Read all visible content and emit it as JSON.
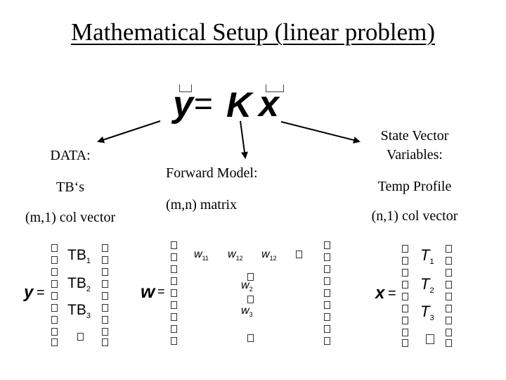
{
  "slide": {
    "title": "Mathematical Setup (linear problem)"
  },
  "main_equation": {
    "lhs": "y",
    "equals": "=",
    "operator": "K",
    "rhs": "x"
  },
  "left_column": {
    "heading": "DATA:",
    "name": "TB‘s",
    "shape": "(m,1) col vector"
  },
  "middle_column": {
    "heading": "Forward Model:",
    "shape": "(m,n) matrix"
  },
  "right_column": {
    "heading_line1": "State Vector",
    "heading_line2": "Variables:",
    "name": "Temp Profile",
    "shape": "(n,1) col vector"
  },
  "y_vector": {
    "symbol": "y",
    "equals": "=",
    "entries": [
      {
        "base": "TB",
        "sub": "1"
      },
      {
        "base": "TB",
        "sub": "2"
      },
      {
        "base": "TB",
        "sub": "3"
      }
    ]
  },
  "w_matrix": {
    "symbol": "w",
    "equals": "=",
    "row1": [
      {
        "base": "w",
        "sub": "11"
      },
      {
        "base": "w",
        "sub": "12"
      },
      {
        "base": "w",
        "sub": "12"
      }
    ],
    "col_entries": [
      {
        "base": "w",
        "sub": "2"
      },
      {
        "base": "w",
        "sub": "3"
      }
    ]
  },
  "x_vector": {
    "symbol": "x",
    "equals": "=",
    "entries": [
      {
        "base": "T",
        "sub": "1"
      },
      {
        "base": "T",
        "sub": "2"
      },
      {
        "base": "T",
        "sub": "3"
      }
    ]
  }
}
